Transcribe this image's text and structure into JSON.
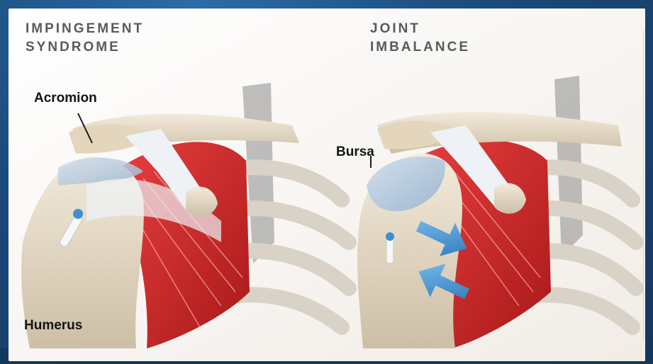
{
  "panels": [
    {
      "heading_line1": "IMPINGEMENT",
      "heading_line2": "SYNDROME"
    },
    {
      "heading_line1": "JOINT",
      "heading_line2": "IMBALANCE"
    }
  ],
  "labels": {
    "acromion": "Acromion",
    "humerus": "Humerus",
    "bursa": "Bursa"
  },
  "colors": {
    "frame": "#1b4a7c",
    "muscle": "#d42a2a",
    "bone": "#e8dcc4",
    "tendon": "#dfe7ee",
    "bursa": "#b9cde0",
    "arrow": "#3b8ed0"
  },
  "icons": [
    "double-arrow-icon"
  ]
}
